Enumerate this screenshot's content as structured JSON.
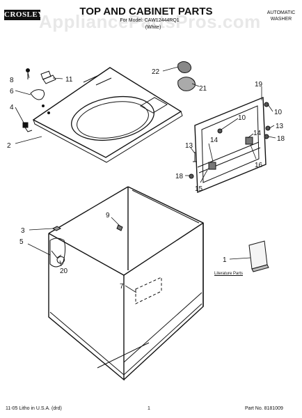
{
  "header": {
    "brand": "CROSLEY",
    "title": "TOP AND CABINET PARTS",
    "model_line": "For Model: CAW12444RQ1",
    "color": "(White)",
    "appliance_line1": "AUTOMATIC",
    "appliance_line2": "WASHER"
  },
  "watermark": "AppliancePartsPros.com",
  "literature_label": "Literature Parts",
  "footer": {
    "left": "11-05 Litho in U.S.A. (drd)",
    "page": "1",
    "part_number": "Part No. 8181009"
  },
  "callouts": [
    "8",
    "11",
    "6",
    "4",
    "2",
    "22",
    "21",
    "19",
    "10",
    "10",
    "13",
    "14",
    "14",
    "18",
    "13",
    "18",
    "15",
    "16",
    "9",
    "3",
    "5",
    "20",
    "7",
    "1"
  ]
}
